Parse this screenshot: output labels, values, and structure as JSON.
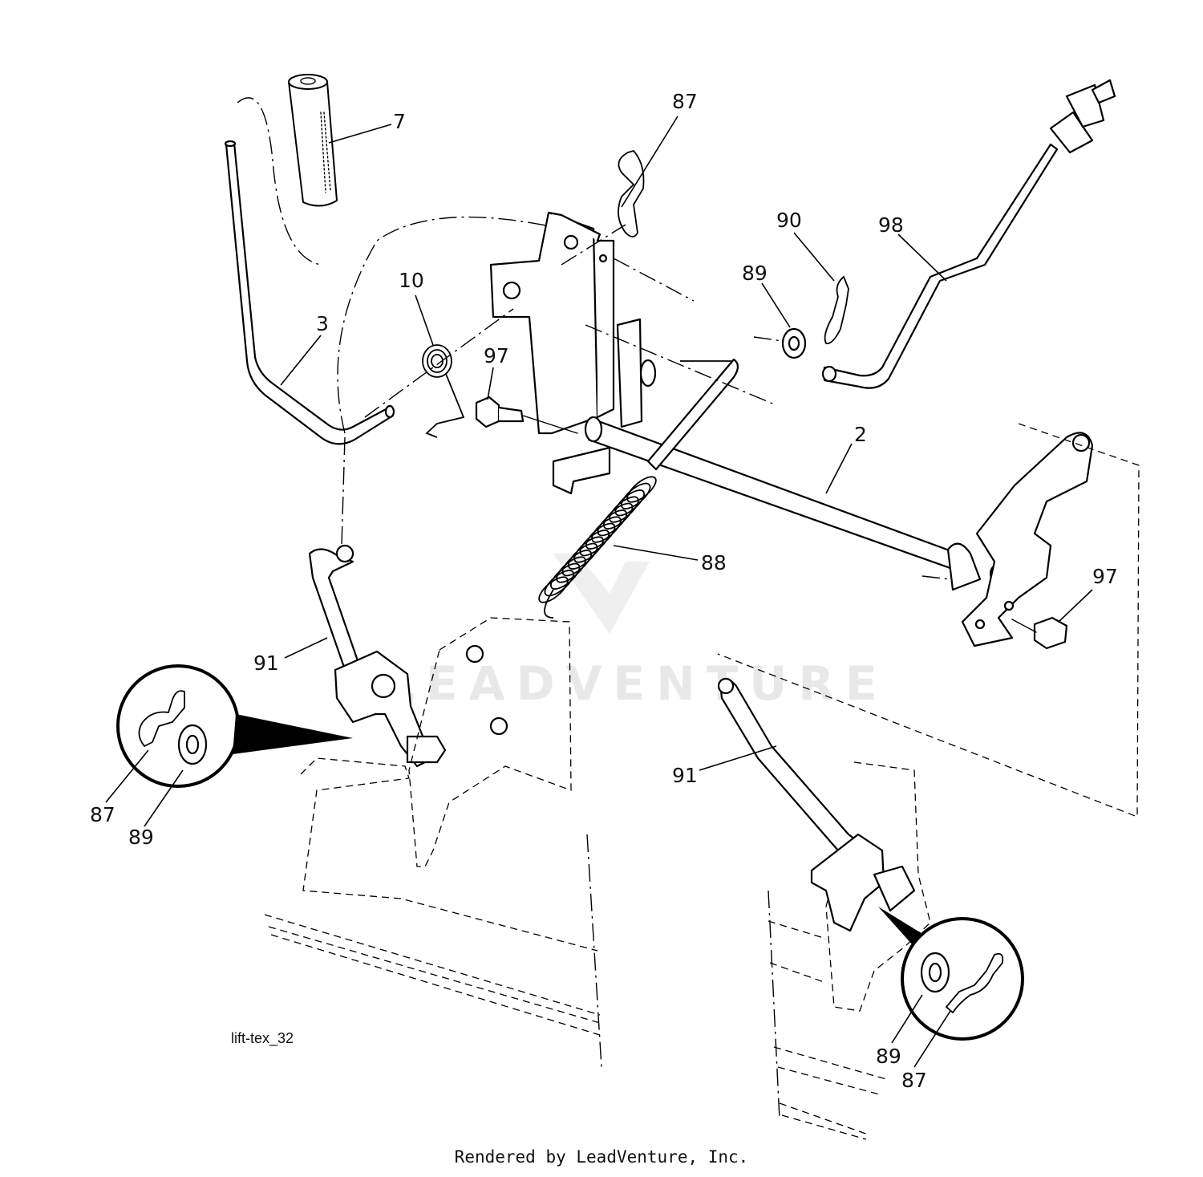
{
  "diagram": {
    "code": "lift-tex_32",
    "watermark": "LEADVENTURE",
    "footer": "Rendered by LeadVenture, Inc."
  },
  "callouts": [
    {
      "id": "c7",
      "label": "7"
    },
    {
      "id": "c87a",
      "label": "87"
    },
    {
      "id": "c90",
      "label": "90"
    },
    {
      "id": "c98",
      "label": "98"
    },
    {
      "id": "c89a",
      "label": "89"
    },
    {
      "id": "c10",
      "label": "10"
    },
    {
      "id": "c3",
      "label": "3"
    },
    {
      "id": "c97a",
      "label": "97"
    },
    {
      "id": "c2",
      "label": "2"
    },
    {
      "id": "c88",
      "label": "88"
    },
    {
      "id": "c97b",
      "label": "97"
    },
    {
      "id": "c91a",
      "label": "91"
    },
    {
      "id": "c87b",
      "label": "87"
    },
    {
      "id": "c89b",
      "label": "89"
    },
    {
      "id": "c91b",
      "label": "91"
    },
    {
      "id": "c89c",
      "label": "89"
    },
    {
      "id": "c87c",
      "label": "87"
    }
  ]
}
